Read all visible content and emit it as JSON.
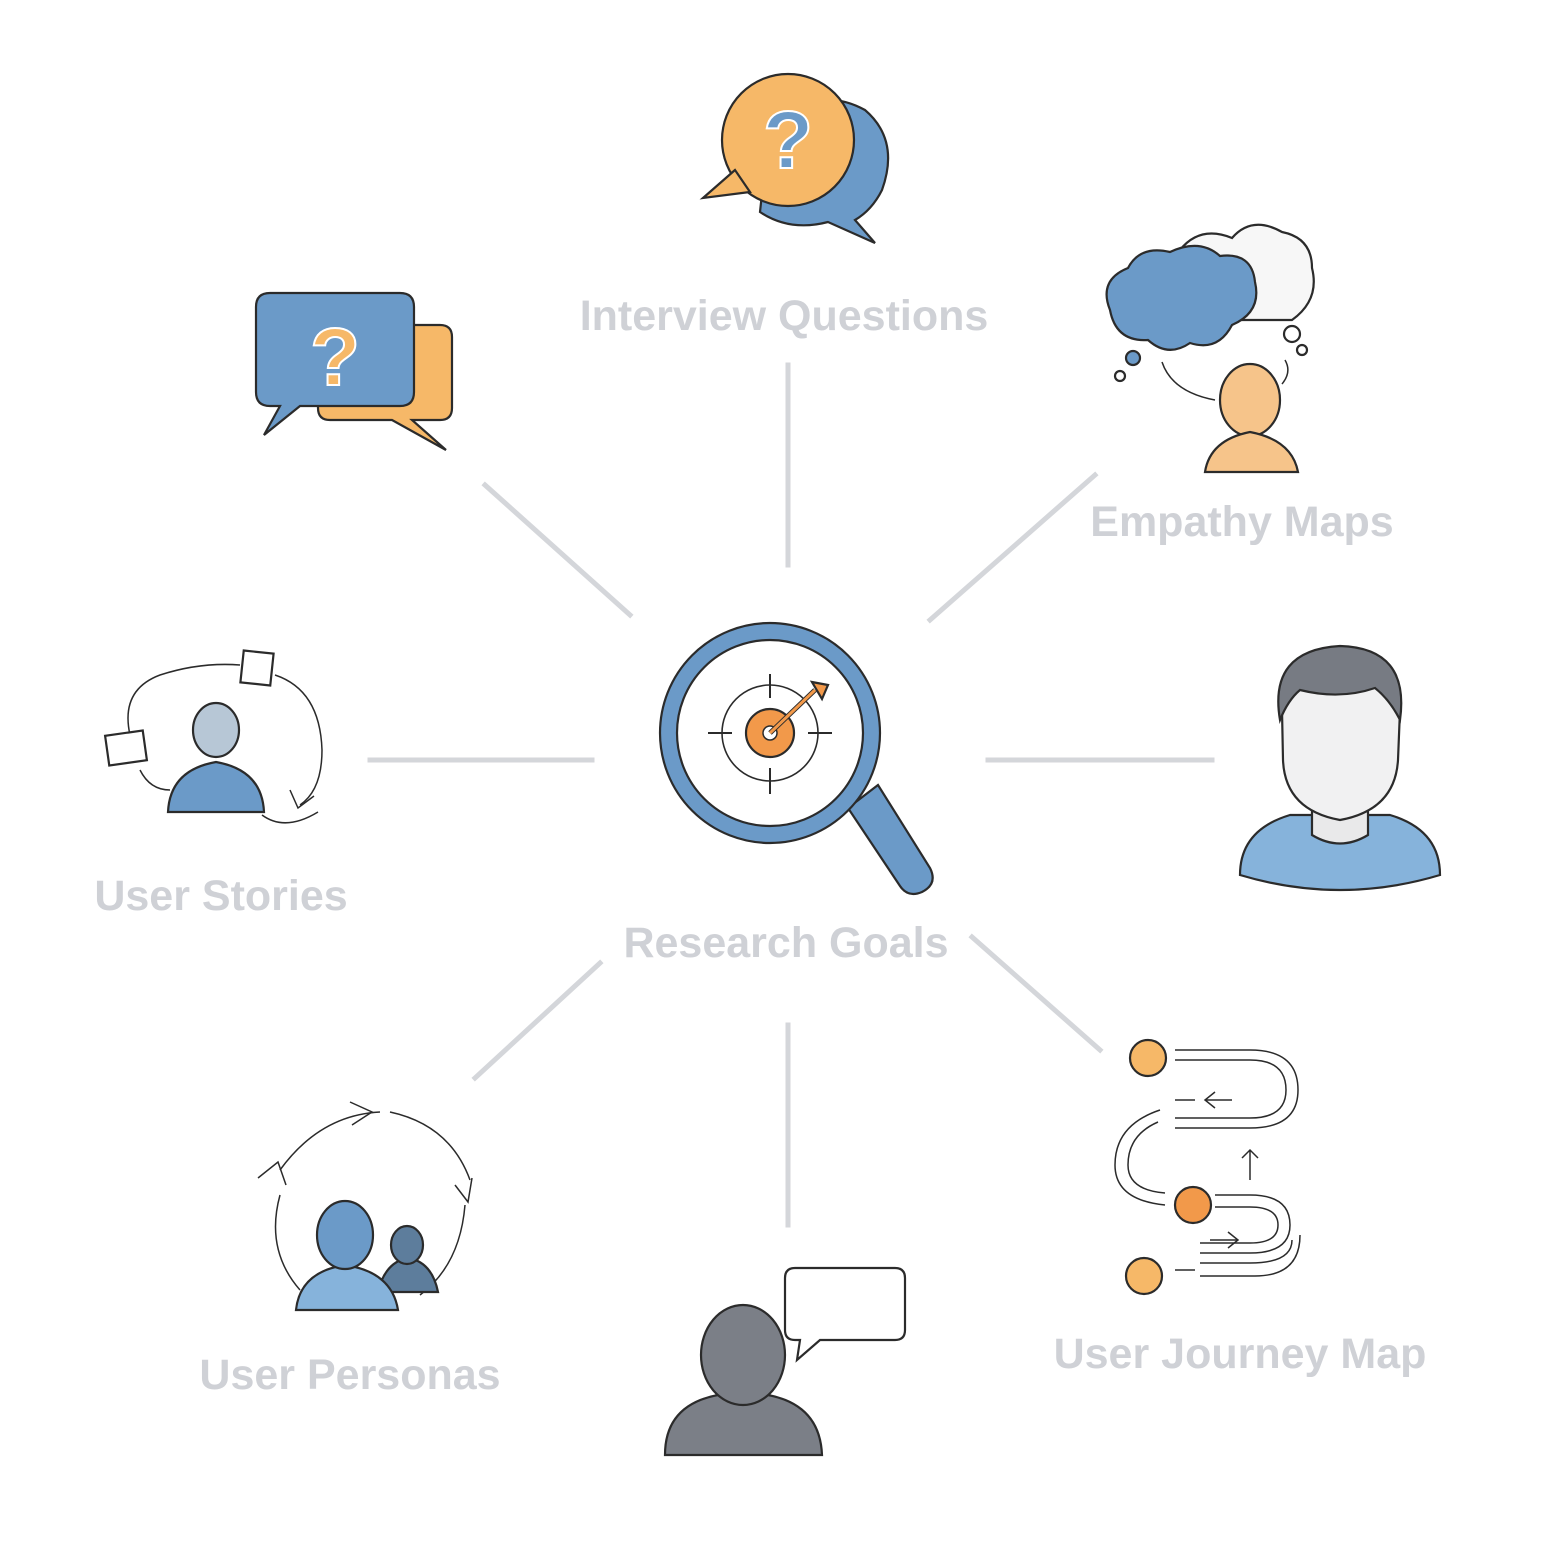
{
  "center": {
    "label": "Research Goals",
    "icon": "magnifier-target-icon"
  },
  "nodes": [
    {
      "id": "interview-questions",
      "label": "Interview Questions",
      "icon": "question-speech-bubbles-icon"
    },
    {
      "id": "empathy-maps",
      "label": "Empathy Maps",
      "icon": "thinking-person-clouds-icon"
    },
    {
      "id": "user-journey-map",
      "label": "User Journey Map",
      "icon": "journey-path-icon"
    },
    {
      "id": "user-personas",
      "label": "User Personas",
      "icon": "persona-cycle-icon"
    },
    {
      "id": "user-stories",
      "label": "User Stories",
      "icon": "user-story-cycle-icon"
    },
    {
      "id": "question-chat",
      "label": "",
      "icon": "question-chat-bubbles-icon"
    },
    {
      "id": "user-avatar",
      "label": "",
      "icon": "user-avatar-icon"
    },
    {
      "id": "speaking-person",
      "label": "",
      "icon": "person-speech-bubble-icon"
    }
  ],
  "colors": {
    "blue": "#6b9ac8",
    "orange": "#f6b868",
    "gray": "#7d8088",
    "label": "#cfd1d6",
    "line": "#d4d6da"
  }
}
